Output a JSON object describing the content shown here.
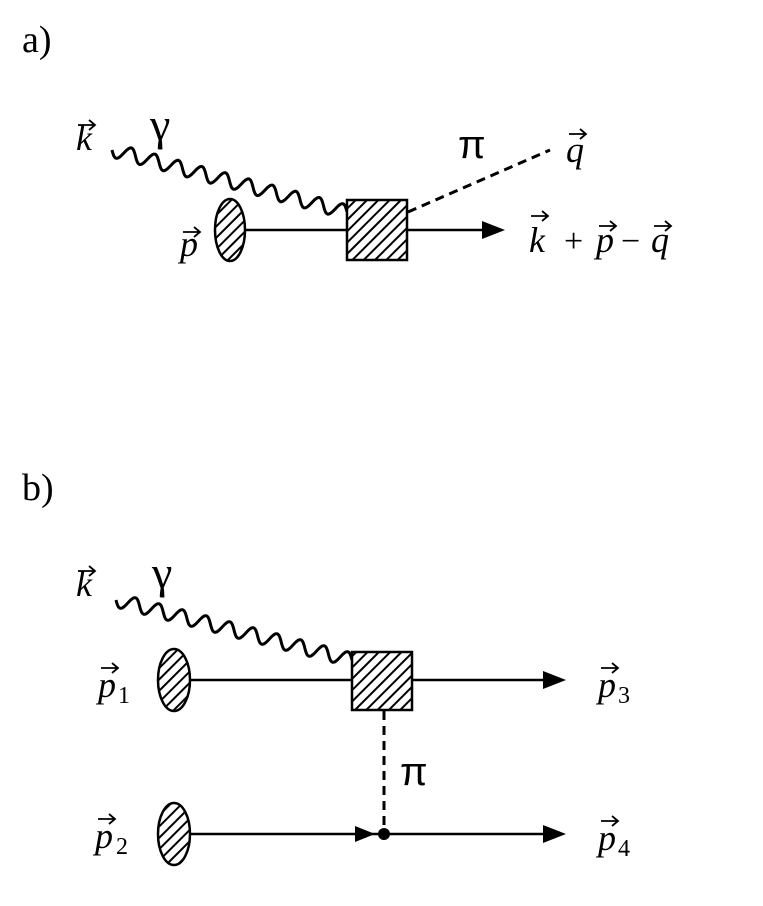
{
  "panel_a": {
    "label": "a)",
    "photon_momentum": "k",
    "photon_symbol": "γ",
    "pion_symbol": "π",
    "pion_momentum": "q",
    "nucleon_momentum": "p",
    "final": {
      "k": "k",
      "plus": "+",
      "p": "p",
      "minus": "−",
      "q": "q"
    }
  },
  "panel_b": {
    "label": "b)",
    "photon_momentum": "k",
    "photon_symbol": "γ",
    "pion_symbol": "π",
    "p1": {
      "main": "p",
      "sub": "1"
    },
    "p2": {
      "main": "p",
      "sub": "2"
    },
    "p3": {
      "main": "p",
      "sub": "3"
    },
    "p4": {
      "main": "p",
      "sub": "4"
    }
  },
  "colors": {
    "ink": "#000000",
    "background": "#ffffff"
  }
}
